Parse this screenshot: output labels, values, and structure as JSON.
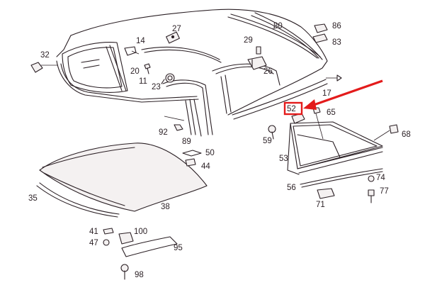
{
  "highlight": {
    "part": "52",
    "color": "#e31b1b"
  },
  "colors": {
    "ink": "#2a1f24",
    "accent": "#e31b1b"
  },
  "callouts": [
    {
      "id": "c80",
      "label": "80"
    },
    {
      "id": "c86",
      "label": "86"
    },
    {
      "id": "c83",
      "label": "83"
    },
    {
      "id": "c27",
      "label": "27"
    },
    {
      "id": "c14",
      "label": "14"
    },
    {
      "id": "c29",
      "label": "29"
    },
    {
      "id": "c32",
      "label": "32"
    },
    {
      "id": "c26",
      "label": "26"
    },
    {
      "id": "c20",
      "label": "20"
    },
    {
      "id": "c11",
      "label": "11"
    },
    {
      "id": "c23",
      "label": "23"
    },
    {
      "id": "c17",
      "label": "17"
    },
    {
      "id": "c52",
      "label": "52"
    },
    {
      "id": "c65",
      "label": "65"
    },
    {
      "id": "c92",
      "label": "92"
    },
    {
      "id": "c89",
      "label": "89"
    },
    {
      "id": "c59",
      "label": "59"
    },
    {
      "id": "c68",
      "label": "68"
    },
    {
      "id": "c50",
      "label": "50"
    },
    {
      "id": "c44",
      "label": "44"
    },
    {
      "id": "c53",
      "label": "53"
    },
    {
      "id": "c74",
      "label": "74"
    },
    {
      "id": "c56",
      "label": "56"
    },
    {
      "id": "c77",
      "label": "77"
    },
    {
      "id": "c35",
      "label": "35"
    },
    {
      "id": "c38",
      "label": "38"
    },
    {
      "id": "c71",
      "label": "71"
    },
    {
      "id": "c41",
      "label": "41"
    },
    {
      "id": "c100",
      "label": "100"
    },
    {
      "id": "c47",
      "label": "47"
    },
    {
      "id": "c95",
      "label": "95"
    },
    {
      "id": "c98",
      "label": "98"
    }
  ]
}
